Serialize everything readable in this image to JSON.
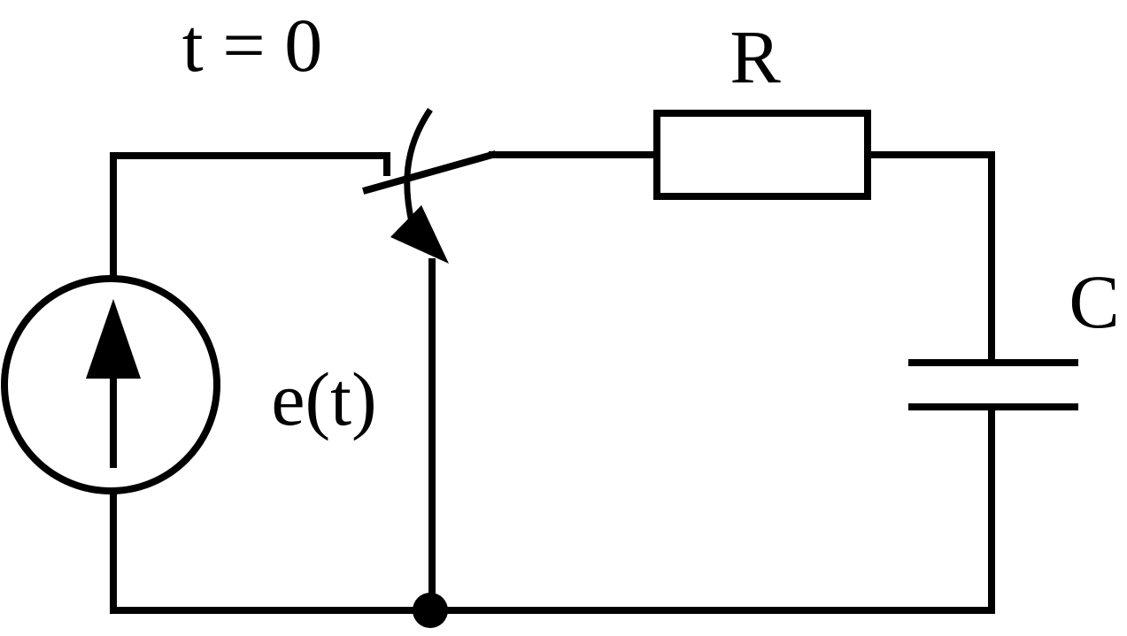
{
  "labels": {
    "switch_time": "t = 0",
    "resistor": "R",
    "capacitor": "C",
    "source": "e(t)"
  },
  "colors": {
    "ink": "#000000",
    "background": "#ffffff"
  }
}
